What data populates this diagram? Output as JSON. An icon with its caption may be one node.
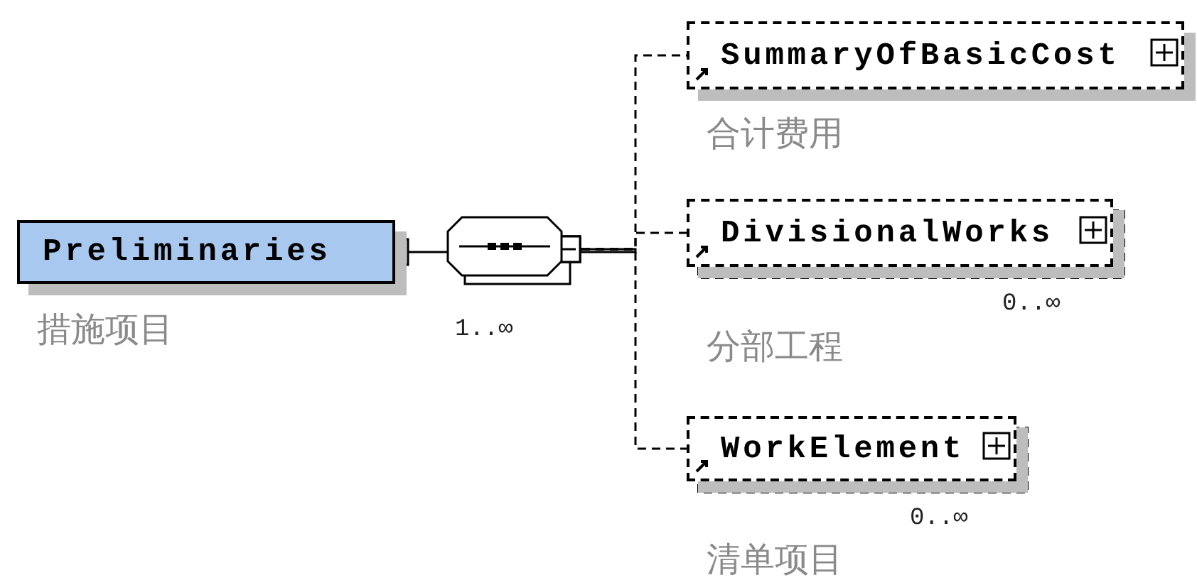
{
  "diagram": {
    "nodes": [
      {
        "text": [
          "Preliminaries"
        ],
        "beside": [
          "措施项目"
        ]
      },
      {
        "text": [],
        "shape": "octagon",
        "beside": [
          "1..∞"
        ]
      },
      {
        "text": [
          "SummaryOfBasicCost"
        ],
        "beside": [
          "合计费用"
        ]
      },
      {
        "text": [
          "DivisionalWorks"
        ],
        "beside": [
          "0..∞",
          "分部工程"
        ]
      },
      {
        "text": [
          "WorkElement"
        ],
        "beside": [
          "0..∞",
          "清单项目"
        ]
      }
    ],
    "edges": [
      {
        "from": 0,
        "to": 1,
        "arrow": "other"
      },
      {
        "from": 1,
        "to": 2,
        "arrow": "other",
        "style": "dashed"
      },
      {
        "from": 1,
        "to": 3,
        "arrow": "other",
        "style": "dashed"
      },
      {
        "from": 1,
        "to": 4,
        "arrow": "other",
        "style": "dashed"
      }
    ]
  }
}
